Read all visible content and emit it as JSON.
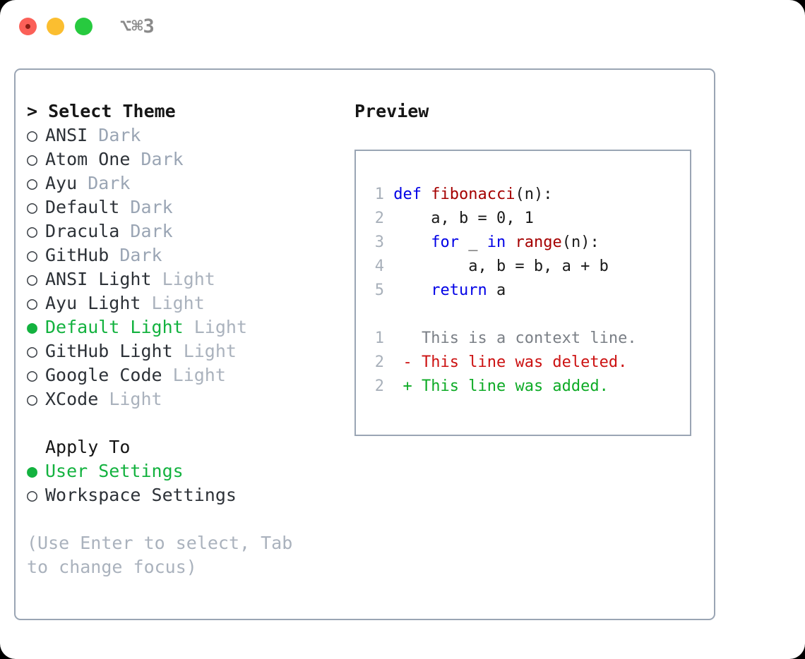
{
  "titlebar": {
    "shortcut": "⌥⌘3",
    "buttons": [
      {
        "name": "close",
        "color": "#fb6058"
      },
      {
        "name": "minimize",
        "color": "#fbbe30"
      },
      {
        "name": "zoom",
        "color": "#27ca3f"
      }
    ]
  },
  "theme_list": {
    "header": "> Select Theme",
    "selected_marker": "●",
    "unselected_marker": "○",
    "items": [
      {
        "marker": "○",
        "name": "ANSI",
        "category": "Dark",
        "selected": false
      },
      {
        "marker": "○",
        "name": "Atom One",
        "category": "Dark",
        "selected": false
      },
      {
        "marker": "○",
        "name": "Ayu",
        "category": "Dark",
        "selected": false
      },
      {
        "marker": "○",
        "name": "Default",
        "category": "Dark",
        "selected": false
      },
      {
        "marker": "○",
        "name": "Dracula",
        "category": "Dark",
        "selected": false
      },
      {
        "marker": "○",
        "name": "GitHub",
        "category": "Dark",
        "selected": false
      },
      {
        "marker": "○",
        "name": "ANSI Light",
        "category": "Light",
        "selected": false
      },
      {
        "marker": "○",
        "name": "Ayu Light",
        "category": "Light",
        "selected": false
      },
      {
        "marker": "●",
        "name": "Default Light",
        "category": "Light",
        "selected": true
      },
      {
        "marker": "○",
        "name": "GitHub Light",
        "category": "Light",
        "selected": false
      },
      {
        "marker": "○",
        "name": "Google Code",
        "category": "Light",
        "selected": false
      },
      {
        "marker": "○",
        "name": "XCode",
        "category": "Light",
        "selected": false
      }
    ]
  },
  "apply_to": {
    "title": "Apply To",
    "items": [
      {
        "marker": "●",
        "label": "User Settings",
        "selected": true
      },
      {
        "marker": "○",
        "label": "Workspace Settings",
        "selected": false
      }
    ]
  },
  "hint": "(Use Enter to select, Tab to change focus)",
  "preview": {
    "header": "Preview",
    "code_lines": [
      {
        "num": "1",
        "segments": [
          {
            "text": "def ",
            "style": "kw"
          },
          {
            "text": "fibonacci",
            "style": "fn"
          },
          {
            "text": "(n):",
            "style": "plain"
          }
        ]
      },
      {
        "num": "2",
        "segments": [
          {
            "text": "    a, b = 0, 1",
            "style": "plain"
          }
        ]
      },
      {
        "num": "3",
        "segments": [
          {
            "text": "    ",
            "style": "plain"
          },
          {
            "text": "for",
            "style": "kw"
          },
          {
            "text": " _ ",
            "style": "plain"
          },
          {
            "text": "in ",
            "style": "kw"
          },
          {
            "text": "range",
            "style": "fn"
          },
          {
            "text": "(n):",
            "style": "plain"
          }
        ]
      },
      {
        "num": "4",
        "segments": [
          {
            "text": "        a, b = b, a + b",
            "style": "plain"
          }
        ]
      },
      {
        "num": "5",
        "segments": [
          {
            "text": "    ",
            "style": "plain"
          },
          {
            "text": "return",
            "style": "kw"
          },
          {
            "text": " a",
            "style": "plain"
          }
        ]
      }
    ],
    "diff_lines": [
      {
        "num": "1",
        "prefix": "  ",
        "text": "This is a context line.",
        "kind": "ctx"
      },
      {
        "num": "2",
        "prefix": "- ",
        "text": "This line was deleted.",
        "kind": "del"
      },
      {
        "num": "2",
        "prefix": "+ ",
        "text": "This line was added.",
        "kind": "add"
      }
    ]
  },
  "colors": {
    "accent_green": "#13b23f",
    "keyword_blue": "#0000e6",
    "function_red": "#a50000",
    "diff_deleted": "#cc1111",
    "diff_added": "#0eab26",
    "muted_gray": "#aab2bd",
    "border": "#9aa5b4"
  }
}
